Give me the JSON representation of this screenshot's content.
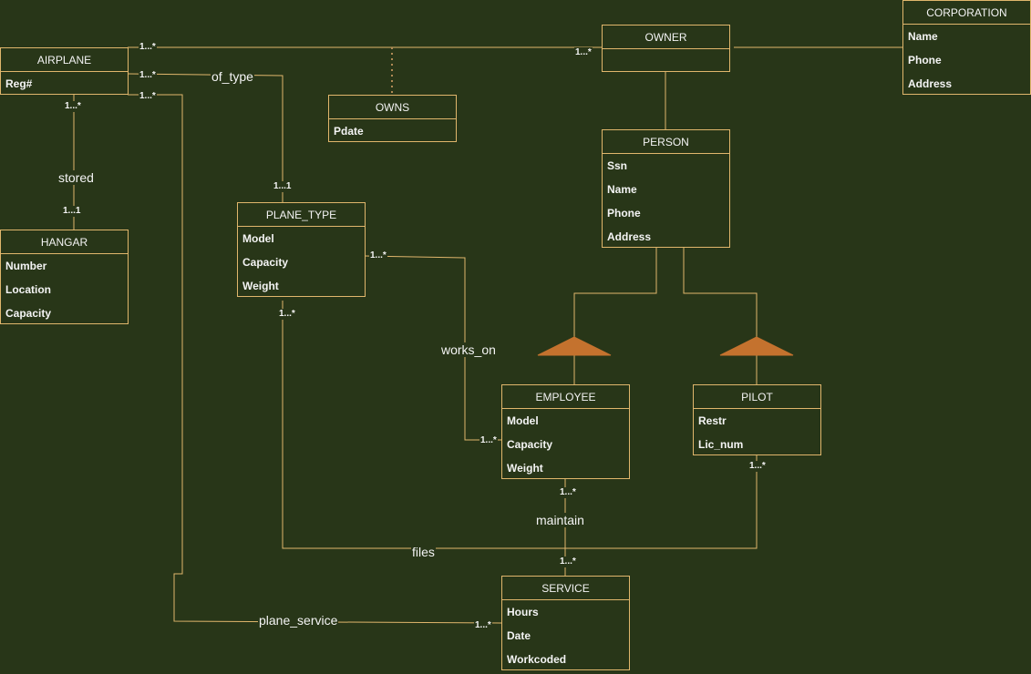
{
  "entities": {
    "airplane": {
      "name": "AIRPLANE",
      "attrs": [
        "Reg#"
      ]
    },
    "owner": {
      "name": "OWNER",
      "attrs": []
    },
    "corporation": {
      "name": "CORPORATION",
      "attrs": [
        "Name",
        "Phone",
        "Address"
      ]
    },
    "owns": {
      "name": "OWNS",
      "attrs": [
        "Pdate"
      ]
    },
    "person": {
      "name": "PERSON",
      "attrs": [
        "Ssn",
        "Name",
        "Phone",
        "Address"
      ]
    },
    "plane_type": {
      "name": "PLANE_TYPE",
      "attrs": [
        "Model",
        "Capacity",
        "Weight"
      ]
    },
    "hangar": {
      "name": "HANGAR",
      "attrs": [
        "Number",
        "Location",
        "Capacity"
      ]
    },
    "employee": {
      "name": "EMPLOYEE",
      "attrs": [
        "Model",
        "Capacity",
        "Weight"
      ]
    },
    "pilot": {
      "name": "PILOT",
      "attrs": [
        "Restr",
        "Lic_num"
      ]
    },
    "service": {
      "name": "SERVICE",
      "attrs": [
        "Hours",
        "Date",
        "Workcoded"
      ]
    }
  },
  "relationships": {
    "of_type": "of_type",
    "stored": "stored",
    "works_on": "works_on",
    "maintain": "maintain",
    "files": "files",
    "plane_service": "plane_service"
  },
  "cardinalities": {
    "airplane_owner": "1...*",
    "owner_airplane": "1...*",
    "airplane_type": "1...*",
    "airplane_service": "1...*",
    "airplane_hangar": "1...*",
    "hangar_airplane": "1...1",
    "type_airplane": "1...1",
    "type_employee": "1...*",
    "employee_type": "1...*",
    "type_files": "1...*",
    "employee_maintain": "1...*",
    "service_maintain": "1...*",
    "pilot_files": "1...*",
    "service_airplane": "1...*"
  },
  "colors": {
    "background": "#283618",
    "stroke": "#e0b66c",
    "triangle": "#c4722e",
    "text": "#f4f4f4",
    "dotted": "#b08a55"
  }
}
